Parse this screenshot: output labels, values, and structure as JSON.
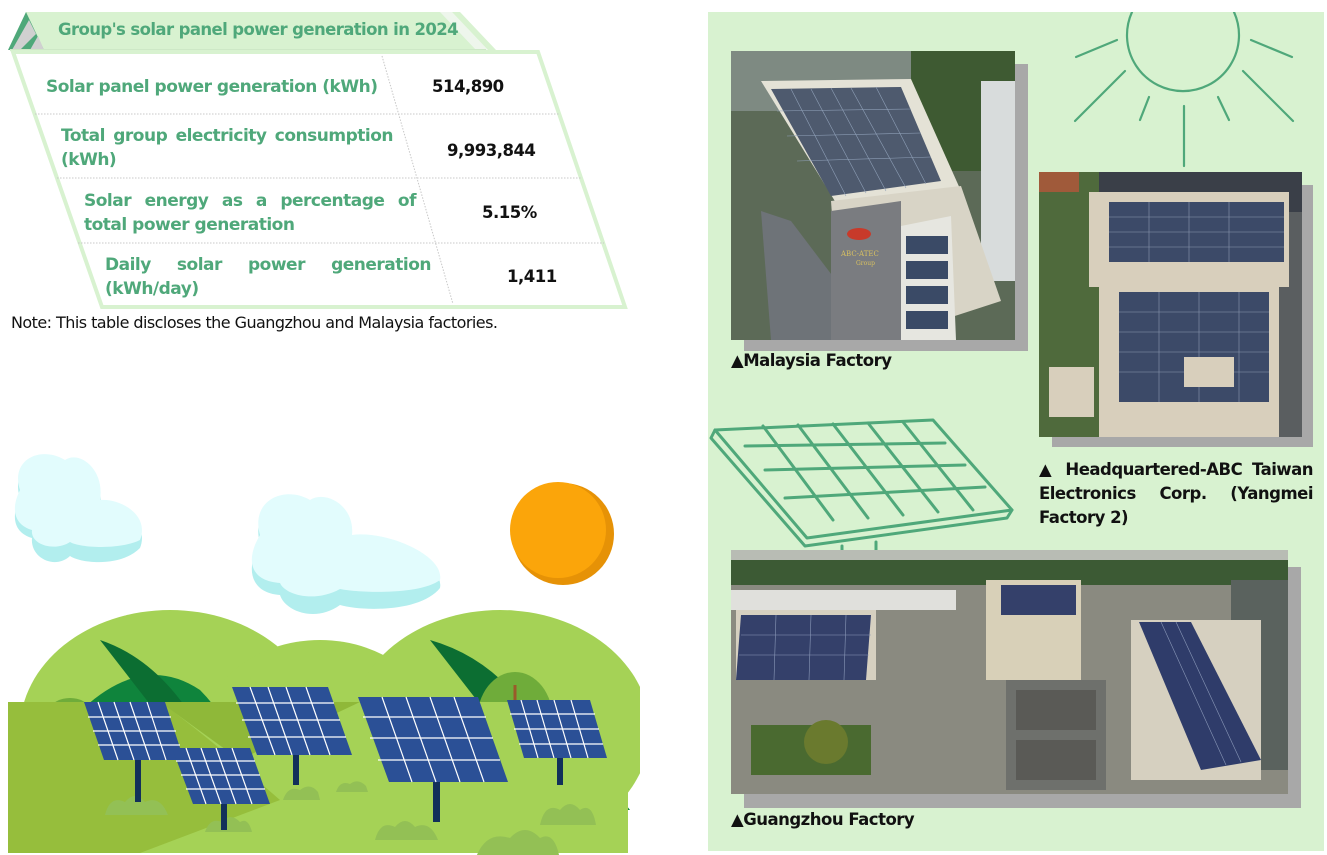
{
  "header": {
    "title": "Group's solar panel power generation in 2024",
    "colors": {
      "tab_fill": "#d8f2d0",
      "accent": "#4fa87a",
      "stripe_gray": "#d0d0d0"
    }
  },
  "table": {
    "rows": [
      {
        "label": "Solar panel power generation (kWh)",
        "value": "514,890"
      },
      {
        "label": "Total group electricity consumption (kWh)",
        "value": "9,993,844"
      },
      {
        "label": "Solar energy as a percentage of total power generation",
        "value": "5.15%"
      },
      {
        "label": "Daily solar power generation (kWh/day)",
        "value": "1,411"
      }
    ],
    "note": "Note: This table discloses the Guangzhou and Malaysia factories.",
    "colors": {
      "label": "#4fa87a",
      "value": "#111111",
      "border": "#d8f2d0",
      "divider": "#c8c8c8"
    }
  },
  "illustration": {
    "icons": [
      "cloud-icon",
      "cloud-icon",
      "sun-icon",
      "hills",
      "tree-icon",
      "solar-panel-icon"
    ],
    "colors": {
      "sun": "#fba50a",
      "sun_shade": "#e69206",
      "cloud": "#e2fcfd",
      "cloud_shade": "#b2eeee",
      "hill_light": "#a5d256",
      "hill_dark": "#0f843c",
      "panel": "#2b5096"
    }
  },
  "panel": {
    "background": "#d8f2d0",
    "line_art_color": "#4fa87a",
    "photos": [
      {
        "name": "malaysia-factory",
        "caption": "▲Malaysia Factory"
      },
      {
        "name": "headquarters-yangmei",
        "caption": "▲ Headquartered-ABC Taiwan Electronics Corp. (Yangmei Factory 2)"
      },
      {
        "name": "guangzhou-factory",
        "caption": "▲Guangzhou Factory"
      }
    ],
    "signage": {
      "company": "ABC-ATEC",
      "subtitle": "Group"
    }
  }
}
